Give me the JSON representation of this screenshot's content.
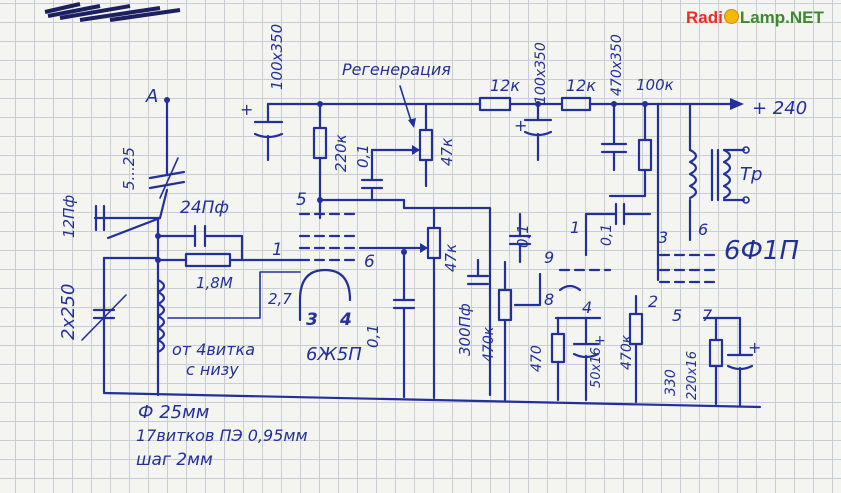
{
  "watermark": {
    "left": "Radi",
    "right": "Lamp.NET",
    "color_red": "#ee2c24",
    "color_green": "#3c8a2e"
  },
  "colors": {
    "ink": "#23309a",
    "grid": "#c9cdd6",
    "paper": "#f4f4f1"
  },
  "labels": {
    "antenna": "A",
    "c_var_top": "5...25",
    "c_12pf": "12Пф",
    "c_24pf": "24Пф",
    "r_1_8m": "1,8М",
    "c_2x250": "2х250",
    "coil_tap": "от 4витка",
    "coil_tap2": "с низу",
    "coil_d": "Ф 25мм",
    "coil_turns": "17витков ПЭ 0,95мм",
    "coil_step": "шаг 2мм",
    "c_100x350_a": "100х350",
    "plus_left": "+",
    "r_220k": "220к",
    "c_0_1_a": "0,1",
    "regen": "Регенерация",
    "r_47k_regen": "47к",
    "r_12k_a": "12к",
    "c_100x350_b": "100х350",
    "plus_mid": "+",
    "r_12k_b": "12к",
    "c_470x350": "470х350",
    "r_100k": "100к",
    "supply": "+ 240",
    "tr": "Тр",
    "pin5_left": "5",
    "pin1_left": "1",
    "pin6_left": "6",
    "pin27": "2,7",
    "pin3": "3",
    "pin4": "4",
    "tube1": "6Ж5П",
    "c_0_1_b": "0,1",
    "r_47k_vol": "47к",
    "c_0_1_c": "0,1",
    "c_300pf": "300Пф",
    "r_470k_a": "470к",
    "pin9": "9",
    "pin8": "8",
    "pin4b": "4",
    "r_470": "470",
    "c_50x16": "50х16",
    "plus_c": "+",
    "pin1_right": "1",
    "c_0_1_d": "0,1",
    "pin3_right": "3",
    "pin6_right": "6",
    "tube2": "6Ф1П",
    "pin2_right": "2",
    "r_470k_b": "470к",
    "pin5_right": "5",
    "pin7_right": "7",
    "r_330": "330",
    "c_220x16": "220х16",
    "plus_right": "+"
  }
}
